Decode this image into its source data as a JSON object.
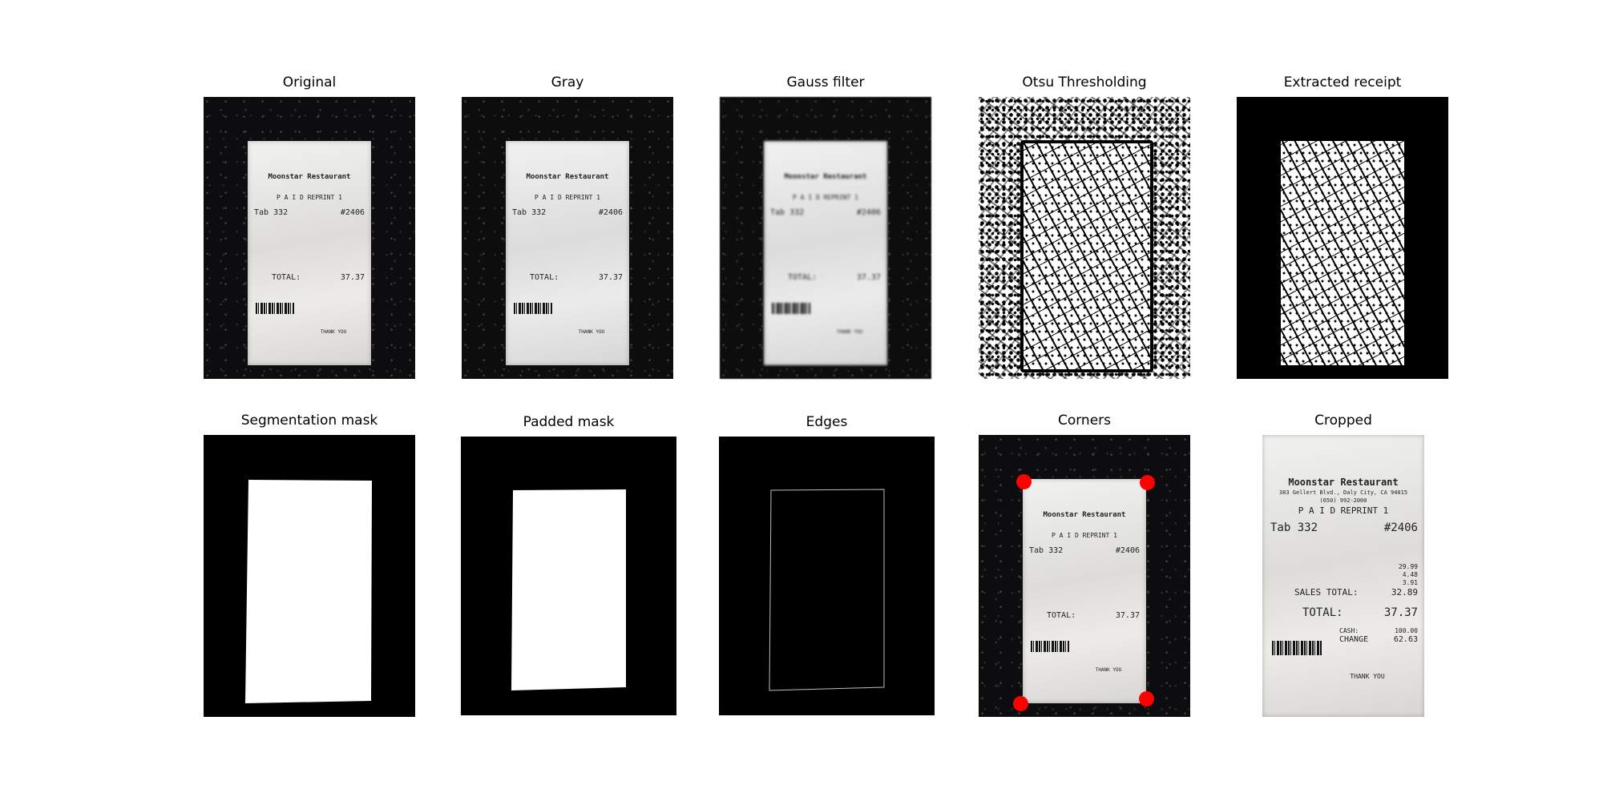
{
  "panels": [
    {
      "title": "Original"
    },
    {
      "title": "Gray"
    },
    {
      "title": "Gauss filter"
    },
    {
      "title": "Otsu Thresholding"
    },
    {
      "title": "Extracted receipt"
    },
    {
      "title": "Segmentation mask"
    },
    {
      "title": "Padded mask"
    },
    {
      "title": "Edges"
    },
    {
      "title": "Corners"
    },
    {
      "title": "Cropped"
    }
  ],
  "receipt": {
    "restaurant": "Moonstar Restaurant",
    "address": "383 Gellert Blvd., Daly City, CA 94015",
    "phone": "(650) 992-2000",
    "paid": "P A I D  REPRINT 1",
    "table": "Tab 332",
    "order_no": "#2406",
    "subtotal": "29.99",
    "service": "4.48",
    "tax": "3.91",
    "sales_total_label": "SALES TOTAL:",
    "sales_total": "32.89",
    "total_label": "TOTAL:",
    "total": "37.37",
    "cash_label": "CASH:",
    "cash": "100.00",
    "change_label": "CHANGE",
    "change": "62.63",
    "thanks": "THANK YOU"
  },
  "colors": {
    "corner_marker": "#ff0000",
    "mask_foreground": "#ffffff",
    "mask_background": "#000000"
  }
}
